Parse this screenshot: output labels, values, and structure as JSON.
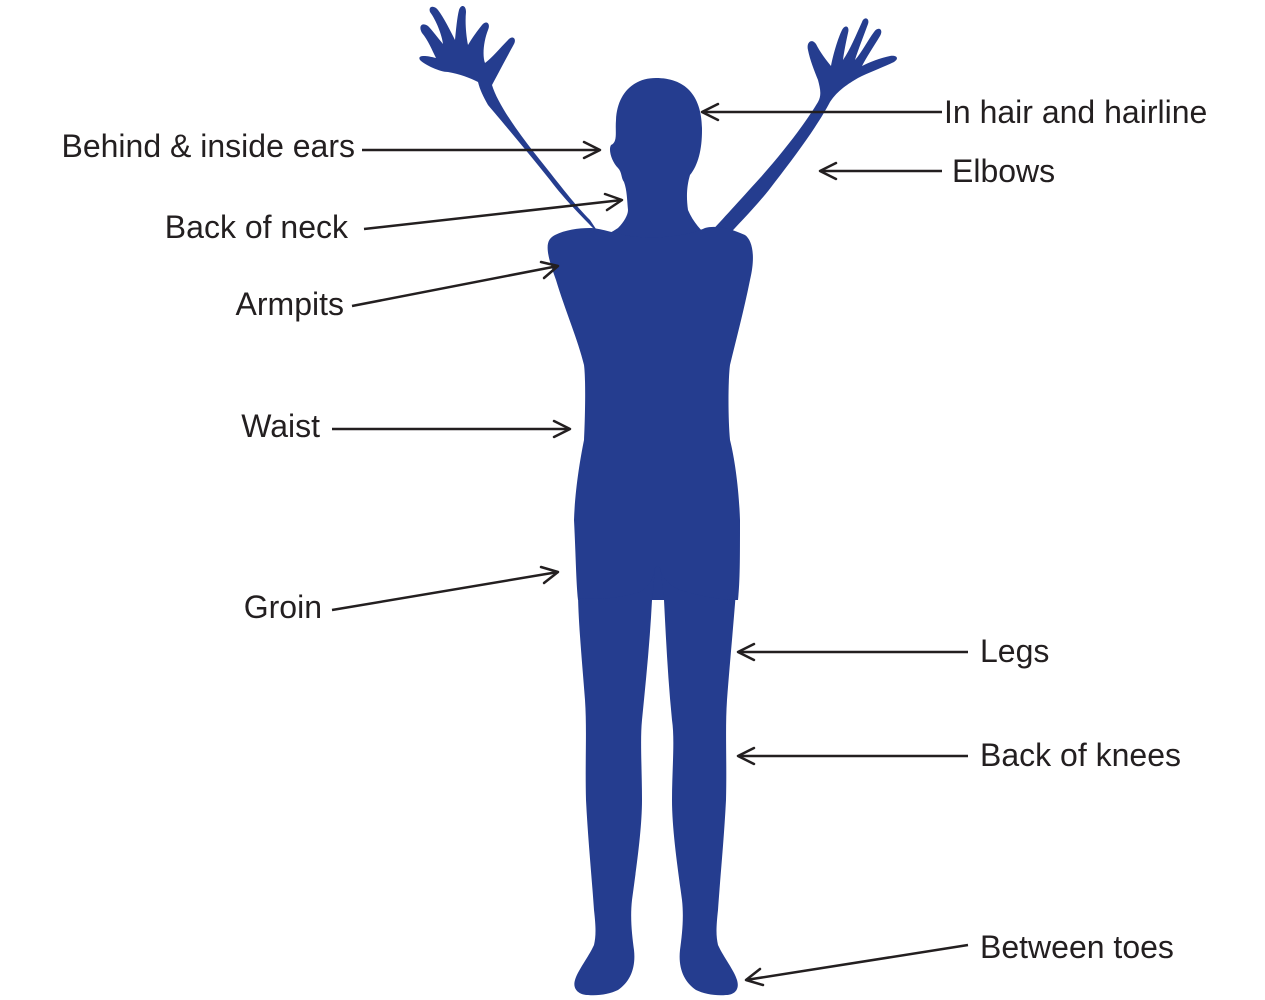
{
  "colors": {
    "silhouette": "#253d8f",
    "text": "#231f20",
    "background": "#ffffff"
  },
  "labels": {
    "hairline": "In hair and hairline",
    "ears": "Behind & inside ears",
    "elbows": "Elbows",
    "neck": "Back of neck",
    "armpits": "Armpits",
    "waist": "Waist",
    "groin": "Groin",
    "legs": "Legs",
    "knees": "Back of knees",
    "toes": "Between toes"
  }
}
